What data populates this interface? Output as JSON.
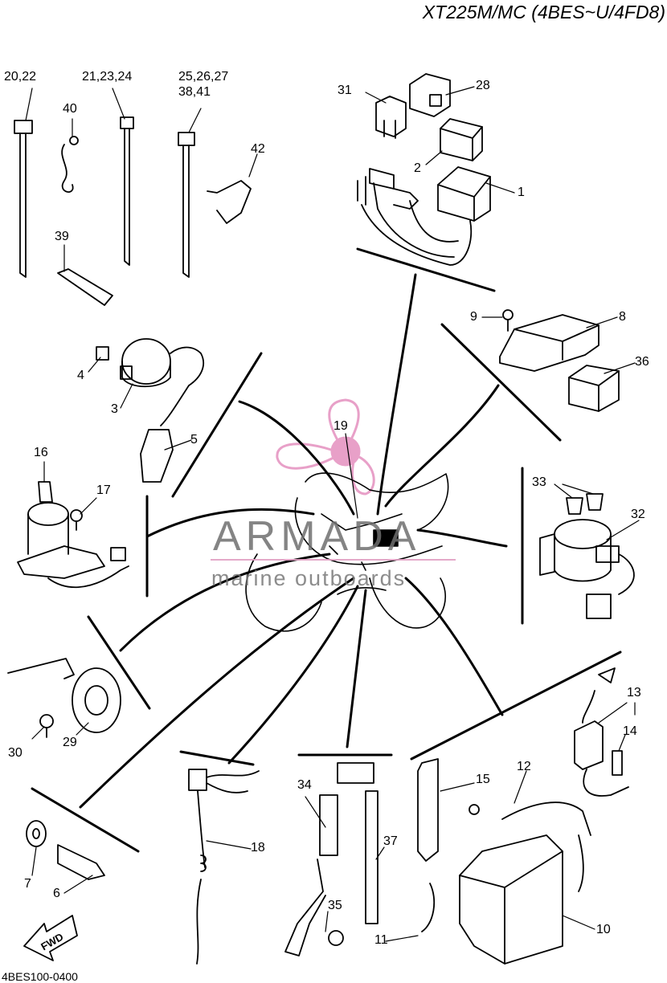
{
  "title": "XT225M/MC (4BES~U/4FD8)",
  "diagram_code": "4BES100-0400",
  "watermark": {
    "brand": "ARMADA",
    "tagline": "marine outboards"
  },
  "fwd_label": "FWD",
  "colors": {
    "ink": "#000000",
    "watermark_pink": "#e8a0c8",
    "watermark_gray": "#7a7a7a"
  },
  "callouts": {
    "c1": "1",
    "c2": "2",
    "c3": "3",
    "c4": "4",
    "c5": "5",
    "c6": "6",
    "c7": "7",
    "c8": "8",
    "c9": "9",
    "c10": "10",
    "c11": "11",
    "c12": "12",
    "c13": "13",
    "c14": "14",
    "c15": "15",
    "c16": "16",
    "c17": "17",
    "c18": "18",
    "c19": "19",
    "c2022": "20,22",
    "c212324": "21,23,24",
    "c252627": "25,26,27",
    "c3841": "38,41",
    "c28": "28",
    "c29": "29",
    "c30": "30",
    "c31": "31",
    "c32": "32",
    "c33": "33",
    "c34": "34",
    "c35": "35",
    "c36": "36",
    "c37": "37",
    "c39": "39",
    "c40": "40",
    "c42": "42"
  }
}
